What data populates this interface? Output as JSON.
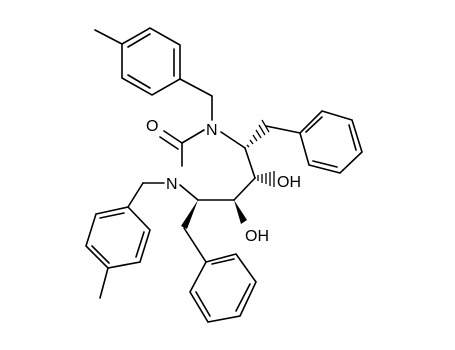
{
  "atoms": {
    "carbonyl_oxygen": "O",
    "n_upper": "N",
    "n_lower": "N",
    "hydroxyl_upper": "OH",
    "hydroxyl_lower": "OH"
  },
  "colors": {
    "bond": "#000000",
    "background": "#ffffff"
  }
}
